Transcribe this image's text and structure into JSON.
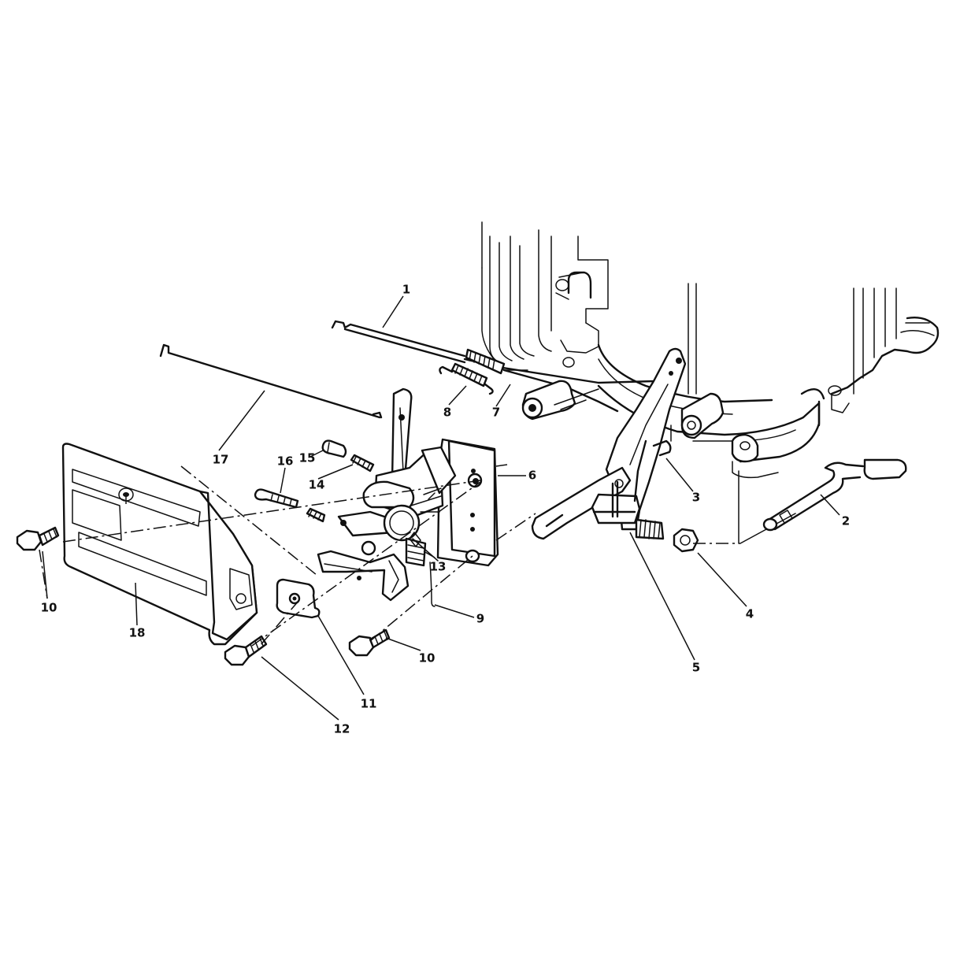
{
  "callouts": [
    {
      "id": "1",
      "text": "1"
    },
    {
      "id": "2",
      "text": "2"
    },
    {
      "id": "3",
      "text": "3"
    },
    {
      "id": "4",
      "text": "4"
    },
    {
      "id": "5",
      "text": "5"
    },
    {
      "id": "6",
      "text": "6"
    },
    {
      "id": "7",
      "text": "7"
    },
    {
      "id": "8",
      "text": "8"
    },
    {
      "id": "9",
      "text": "9"
    },
    {
      "id": "10a",
      "text": "10"
    },
    {
      "id": "10b",
      "text": "10"
    },
    {
      "id": "11",
      "text": "11"
    },
    {
      "id": "12",
      "text": "12"
    },
    {
      "id": "13",
      "text": "13"
    },
    {
      "id": "14",
      "text": "14"
    },
    {
      "id": "15",
      "text": "15"
    },
    {
      "id": "16",
      "text": "16"
    },
    {
      "id": "17",
      "text": "17"
    },
    {
      "id": "18",
      "text": "18"
    }
  ]
}
